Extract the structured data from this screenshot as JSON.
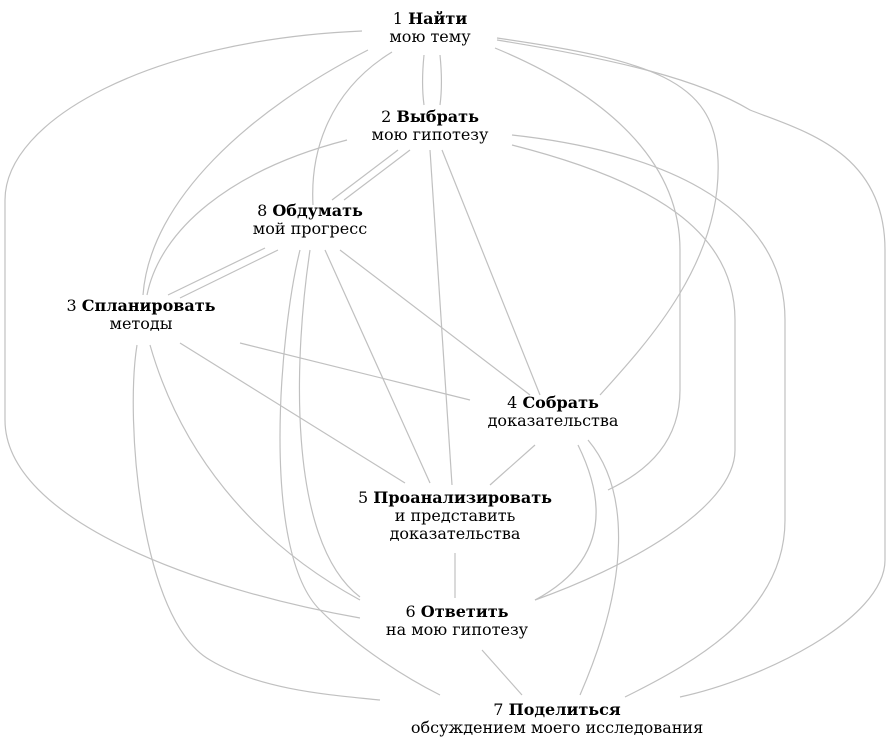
{
  "nodes": [
    {
      "num": "1",
      "title": "Найти",
      "lines": [
        "мою тему"
      ]
    },
    {
      "num": "2",
      "title": "Выбрать",
      "lines": [
        "мою гипотезу"
      ]
    },
    {
      "num": "3",
      "title": "Спланировать",
      "lines": [
        "методы"
      ]
    },
    {
      "num": "4",
      "title": "Собрать",
      "lines": [
        "доказательства"
      ]
    },
    {
      "num": "5",
      "title": "Проанализировать",
      "lines": [
        "и представить",
        "доказательства"
      ]
    },
    {
      "num": "6",
      "title": "Ответить",
      "lines": [
        "на мою гипотезу"
      ]
    },
    {
      "num": "7",
      "title": "Поделиться",
      "lines": [
        "обсуждением моего исследования"
      ]
    },
    {
      "num": "8",
      "title": "Обдумать",
      "lines": [
        "мой прогресс"
      ]
    }
  ],
  "colors": {
    "edge": "#c0c0c0",
    "text": "#000000"
  }
}
